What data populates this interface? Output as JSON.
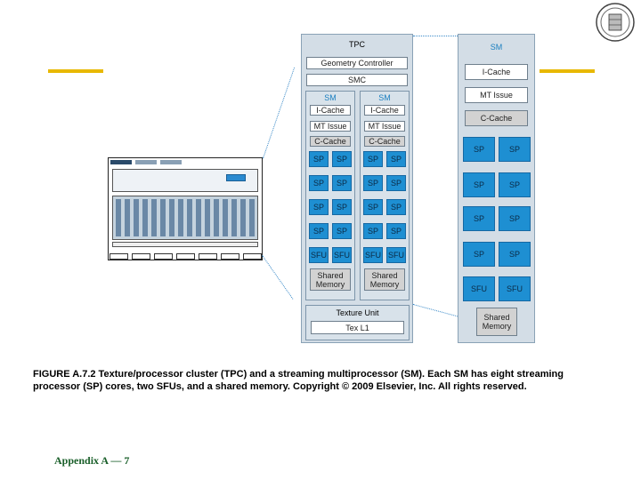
{
  "diagram": {
    "tpc": {
      "title": "TPC",
      "geometry_controller": "Geometry Controller",
      "smc": "SMC",
      "sm_blocks": [
        {
          "title": "SM",
          "icache": "I-Cache",
          "mt_issue": "MT Issue",
          "ccache": "C-Cache",
          "sp_rows": [
            [
              "SP",
              "SP"
            ],
            [
              "SP",
              "SP"
            ],
            [
              "SP",
              "SP"
            ],
            [
              "SP",
              "SP"
            ]
          ],
          "sfu": [
            "SFU",
            "SFU"
          ],
          "shared_memory": "Shared\nMemory"
        },
        {
          "title": "SM",
          "icache": "I-Cache",
          "mt_issue": "MT Issue",
          "ccache": "C-Cache",
          "sp_rows": [
            [
              "SP",
              "SP"
            ],
            [
              "SP",
              "SP"
            ],
            [
              "SP",
              "SP"
            ],
            [
              "SP",
              "SP"
            ]
          ],
          "sfu": [
            "SFU",
            "SFU"
          ],
          "shared_memory": "Shared\nMemory"
        }
      ],
      "texture_unit": "Texture Unit",
      "tex_l1": "Tex L1"
    },
    "sm_detail": {
      "title": "SM",
      "icache": "I-Cache",
      "mt_issue": "MT Issue",
      "ccache": "C-Cache",
      "sp_rows": [
        [
          "SP",
          "SP"
        ],
        [
          "SP",
          "SP"
        ],
        [
          "SP",
          "SP"
        ],
        [
          "SP",
          "SP"
        ]
      ],
      "sfu": [
        "SFU",
        "SFU"
      ],
      "shared_memory": "Shared\nMemory"
    }
  },
  "caption": "FIGURE A.7.2 Texture/processor cluster (TPC) and a streaming multiprocessor (SM). Each SM has eight streaming processor (SP) cores, two SFUs, and a shared memory. Copyright © 2009 Elsevier, Inc. All rights reserved.",
  "footer": "Appendix A — 7",
  "colors": {
    "accent_gold": "#e8b800",
    "sp_blue": "#1e8fd2",
    "panel": "#d3dde6",
    "footer_green": "#1a5f2a"
  }
}
